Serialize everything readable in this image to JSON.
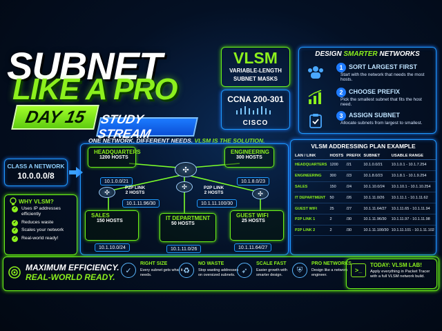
{
  "title": {
    "line1": "SUBNET",
    "line2": "LIKE A PRO",
    "day": "DAY 15",
    "stream": "STUDY STREAM"
  },
  "vlsm": {
    "big": "VLSM",
    "line1": "VARIABLE-LENGTH",
    "line2": "SUBNET MASKS"
  },
  "ccna": {
    "label": "CCNA 200-301",
    "brand": "CISCO"
  },
  "design": {
    "heading_pre": "DESIGN",
    "heading_accent": "SMARTER",
    "heading_post": "NETWORKS",
    "steps": [
      {
        "num": "1",
        "title": "SORT LARGEST FIRST",
        "desc": "Start with the network that needs the most hosts.",
        "icon": "users-icon"
      },
      {
        "num": "2",
        "title": "CHOOSE PREFIX",
        "desc": "Pick the smallest subnet that fits the host need.",
        "icon": "bar-chart-icon"
      },
      {
        "num": "3",
        "title": "ASSIGN SUBNET",
        "desc": "Allocate subnets from largest to smallest.",
        "icon": "clipboard-check-icon"
      }
    ]
  },
  "tagline": {
    "pre": "ONE NETWORK. DIFFERENT NEEDS.",
    "accent": "VLSM IS THE SOLUTION."
  },
  "class_a": {
    "label": "CLASS A NETWORK",
    "net": "10.0.0.0/8"
  },
  "why": {
    "heading": "WHY VLSM?",
    "items": [
      "Uses IP addresses efficiently",
      "Reduces waste",
      "Scales your network",
      "Real-world ready!"
    ]
  },
  "sites": {
    "hq": {
      "name": "HEADQUARTERS",
      "hosts": "1200 HOSTS",
      "subnet": "10.1.0.0/21"
    },
    "eng": {
      "name": "ENGINEERING",
      "hosts": "300 HOSTS",
      "subnet": "10.1.8.0/23"
    },
    "sales": {
      "name": "SALES",
      "hosts": "150 HOSTS",
      "subnet": "10.1.10.0/24"
    },
    "it": {
      "name": "IT DEPARTMENT",
      "hosts": "50 HOSTS",
      "subnet": "10.1.11.0/26"
    },
    "wifi": {
      "name": "GUEST WIFI",
      "hosts": "25 HOSTS",
      "subnet": "10.1.11.64/27"
    }
  },
  "links": {
    "p1": {
      "name": "P2P LINK",
      "hosts": "2 HOSTS",
      "subnet": "10.1.11.96/30"
    },
    "p2": {
      "name": "P2P LINK",
      "hosts": "2 HOSTS",
      "subnet": "10.1.11.100/30"
    }
  },
  "table": {
    "heading": "VLSM ADDRESSING PLAN EXAMPLE",
    "columns": [
      "LAN / LINK",
      "HOSTS",
      "PREFIX",
      "SUBNET",
      "USABLE RANGE"
    ],
    "rows": [
      [
        "HEADQUARTERS",
        "1200",
        "/21",
        "10.1.0.0/21",
        "10.1.0.1 - 10.1.7.254"
      ],
      [
        "ENGINEERING",
        "300",
        "/23",
        "10.1.8.0/23",
        "10.1.8.1 - 10.1.9.254"
      ],
      [
        "SALES",
        "150",
        "/24",
        "10.1.10.0/24",
        "10.1.10.1 - 10.1.10.254"
      ],
      [
        "IT DEPARTMENT",
        "50",
        "/26",
        "10.1.11.0/26",
        "10.1.11.1 - 10.1.11.62"
      ],
      [
        "GUEST WIFI",
        "25",
        "/27",
        "10.1.11.64/27",
        "10.1.11.65 - 10.1.11.94"
      ],
      [
        "P2P LINK 1",
        "2",
        "/30",
        "10.1.11.96/30",
        "10.1.11.97 - 10.1.11.98"
      ],
      [
        "P2P LINK 2",
        "2",
        "/30",
        "10.1.11.100/30",
        "10.1.11.101 - 10.1.11.102"
      ]
    ]
  },
  "bottom": {
    "line1": "MAXIMUM EFFICIENCY.",
    "line2": "REAL-WORLD READY.",
    "features": [
      {
        "title": "RIGHT SIZE",
        "desc": "Every subnet gets what it needs.",
        "icon": "check-icon"
      },
      {
        "title": "NO WASTE",
        "desc": "Stop wasting addresses on oversized subnets.",
        "icon": "recycle-icon"
      },
      {
        "title": "SCALE FAST",
        "desc": "Easier growth with smarter design.",
        "icon": "rocket-icon"
      },
      {
        "title": "PRO NETWORKS",
        "desc": "Design like a network engineer.",
        "icon": "shield-icon"
      }
    ],
    "lab": {
      "title": "TODAY: VLSM LAB!",
      "desc": "Apply everything in Packet Tracer with a full VLSM network build.",
      "icon": "terminal-icon"
    }
  },
  "colors": {
    "accent_green": "#8cf01d",
    "accent_blue": "#1e9bff",
    "background": "#041024"
  }
}
